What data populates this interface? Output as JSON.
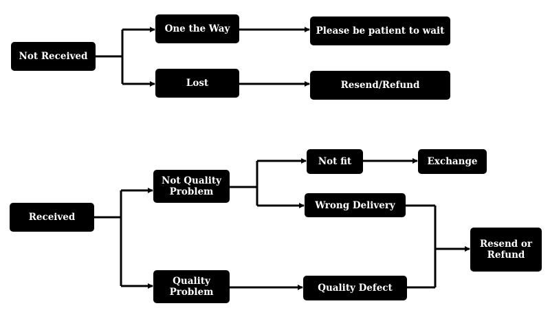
{
  "diagram": {
    "top": {
      "root": "Not Received",
      "branch_on_way": "One the Way",
      "branch_lost": "Lost",
      "result_wait": "Please be patient to wait",
      "result_resend": "Resend/Refund"
    },
    "bottom": {
      "root": "Received",
      "branch_not_quality": "Not Quality\nProblem",
      "branch_quality": "Quality\nProblem",
      "sub_not_fit": "Not fit",
      "sub_wrong_delivery": "Wrong Delivery",
      "sub_quality_defect": "Quality Defect",
      "result_exchange": "Exchange",
      "result_resend_refund": "Resend or\nRefund"
    }
  }
}
